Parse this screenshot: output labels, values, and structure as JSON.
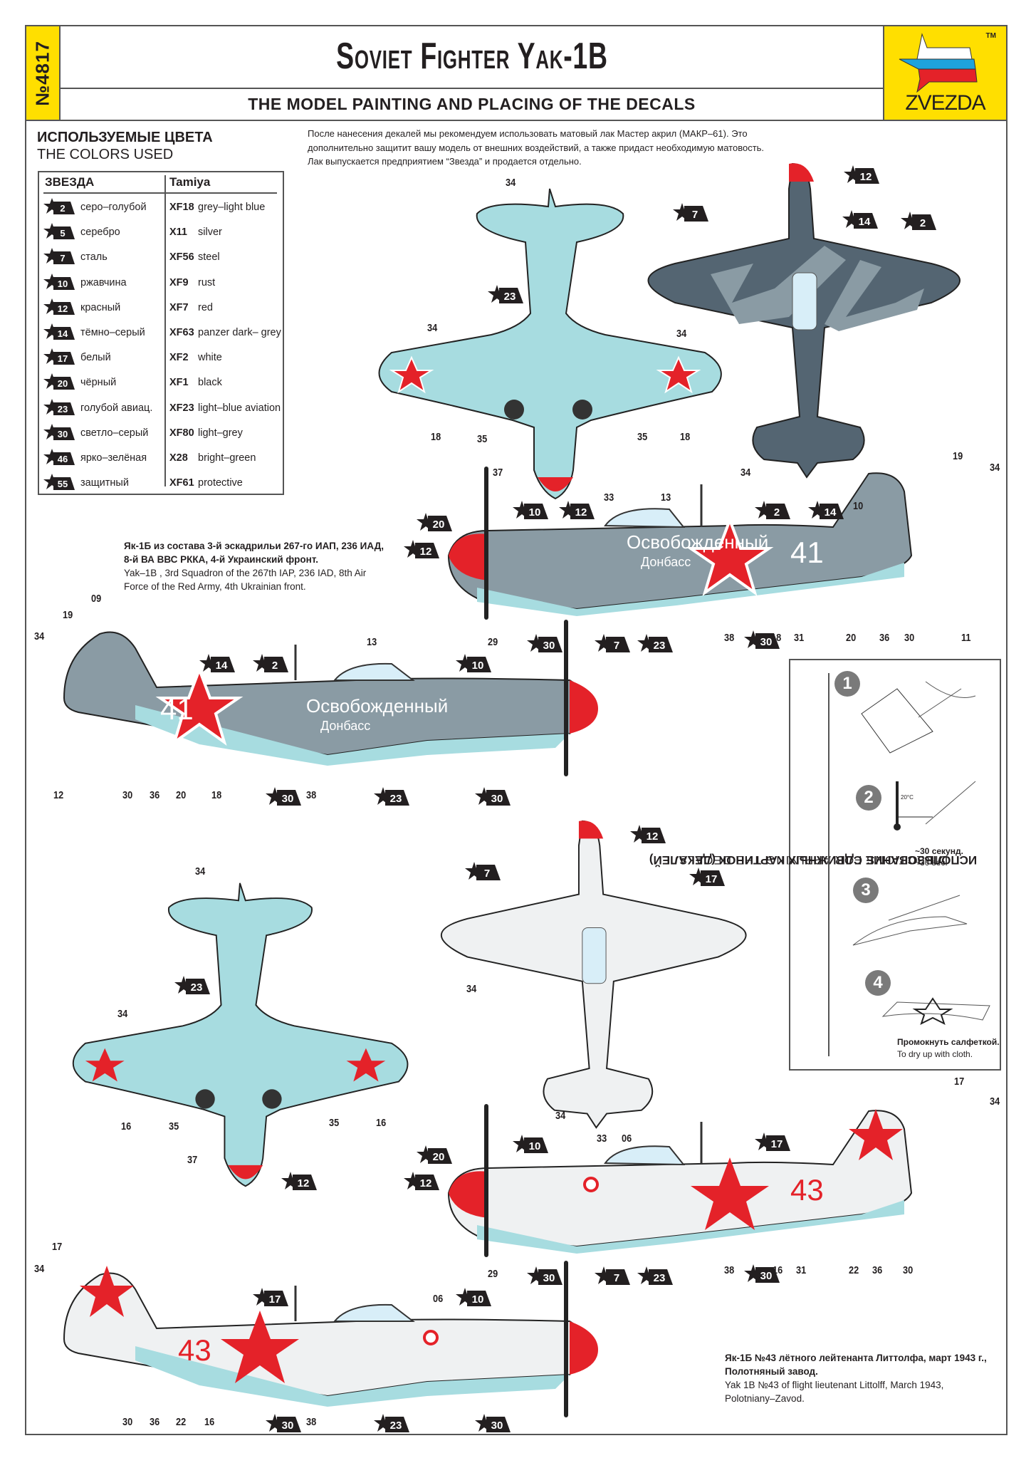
{
  "header": {
    "kit_number": "№4817",
    "title": "Soviet Fighter Yak-1B",
    "subtitle": "THE MODEL PAINTING AND PLACING OF THE DECALS",
    "brand": "ZVEZDA",
    "trademark": "TM",
    "accent_color": "#ffdf00"
  },
  "colors_section": {
    "title_ru": "ИСПОЛЬЗУЕМЫЕ ЦВЕТА",
    "title_en": "THE COLORS USED",
    "col_zvezda": "ЗВЕЗДА",
    "col_tamiya": "Tamiya",
    "rows": [
      {
        "num": "2",
        "ru": "серо–голубой",
        "code": "XF18",
        "en": "grey–light blue"
      },
      {
        "num": "5",
        "ru": "серебро",
        "code": "X11",
        "en": "silver"
      },
      {
        "num": "7",
        "ru": "сталь",
        "code": "XF56",
        "en": "steel"
      },
      {
        "num": "10",
        "ru": "ржавчина",
        "code": "XF9",
        "en": "rust"
      },
      {
        "num": "12",
        "ru": "красный",
        "code": "XF7",
        "en": "red"
      },
      {
        "num": "14",
        "ru": "тёмно–серый",
        "code": "XF63",
        "en": "panzer dark– grey"
      },
      {
        "num": "17",
        "ru": "белый",
        "code": "XF2",
        "en": "white"
      },
      {
        "num": "20",
        "ru": "чёрный",
        "code": "XF1",
        "en": "black"
      },
      {
        "num": "23",
        "ru": "голубой авиац.",
        "code": "XF23",
        "en": "light–blue aviation"
      },
      {
        "num": "30",
        "ru": "светло–серый",
        "code": "XF80",
        "en": "light–grey"
      },
      {
        "num": "46",
        "ru": "ярко–зелёная",
        "code": "X28",
        "en": "bright–green"
      },
      {
        "num": "55",
        "ru": "защитный",
        "code": "XF61",
        "en": "protective"
      }
    ]
  },
  "intro": {
    "lines": [
      "После нанесения декалей мы рекомендуем использовать матовый лак Мастер акрил (МАКР–61). Это",
      "дополнительно защитит вашу модель от внешних  воздействий, а также  придаст  необходимую матовость.",
      "Лак выпускается предприятием “Звезда” и продается отдельно."
    ]
  },
  "scheme_1": {
    "caption_ru_1": "Як-1Б из состава 3-й эскадрильи 267-го ИАП, 236 ИАД,",
    "caption_ru_2": "8-й ВА ВВС РККА, 4-й Украинский фронт.",
    "caption_en_1": "Yak–1B , 3rd Squadron of the 267th IAP, 236 IAD, 8th Air",
    "caption_en_2": "Force of the Red Army,   4th Ukrainian front.",
    "side_number": "41",
    "slogan_1": "Освобожденный",
    "slogan_2": "Донбасс",
    "underside_callouts": {
      "badges": [
        "23"
      ],
      "numbers": [
        "34",
        "34",
        "18",
        "35",
        "35",
        "18",
        "37"
      ]
    },
    "top_callouts": {
      "badges": [
        "12",
        "14",
        "7",
        "2"
      ],
      "numbers": [
        "34",
        "34"
      ]
    },
    "right_profile_callouts": {
      "badges": [
        "20",
        "12",
        "10",
        "2",
        "14",
        "12",
        "30",
        "7",
        "23",
        "30"
      ],
      "numbers": [
        "33",
        "13",
        "19",
        "10",
        "34",
        "29",
        "38",
        "18",
        "31",
        "20",
        "36",
        "30",
        "11"
      ]
    },
    "left_profile_callouts": {
      "badges": [
        "14",
        "2",
        "10",
        "30",
        "23",
        "30"
      ],
      "numbers": [
        "09",
        "19",
        "34",
        "13",
        "12",
        "30",
        "36",
        "20",
        "18",
        "38"
      ]
    }
  },
  "scheme_2": {
    "caption_ru_1": "Як-1Б №43 лётного лейтенанта Литтолфа, март 1943 г.,",
    "caption_ru_2": "Полотняный завод.",
    "caption_en_1": "Yak 1B №43 of flight lieutenant Littolff, March 1943,",
    "caption_en_2": "Polotniany–Zavod.",
    "side_number": "43",
    "underside_callouts": {
      "badges": [
        "23",
        "12"
      ],
      "numbers": [
        "34",
        "34",
        "16",
        "35",
        "35",
        "16",
        "37"
      ]
    },
    "top_callouts": {
      "badges": [
        "12",
        "7",
        "17"
      ],
      "numbers": [
        "34",
        "34"
      ]
    },
    "right_profile_callouts": {
      "badges": [
        "20",
        "12",
        "10",
        "17",
        "30",
        "7",
        "23",
        "30"
      ],
      "numbers": [
        "33",
        "06",
        "17",
        "34",
        "29",
        "38",
        "16",
        "31",
        "22",
        "36",
        "30"
      ]
    },
    "left_profile_callouts": {
      "badges": [
        "17",
        "10",
        "30",
        "23",
        "30"
      ],
      "numbers": [
        "17",
        "34",
        "06",
        "30",
        "36",
        "22",
        "16",
        "38"
      ]
    }
  },
  "directions": {
    "title_ru": "ИСПОЛЬЗОВАНИЕ СДВИЖНЫХ КАРТИНОК (ДЕКАЛЕЙ)",
    "title_en": "DIRECTIONS  FOR APPLYING THE DECALS",
    "steps": [
      "1",
      "2",
      "3",
      "4"
    ],
    "temp_label": "20°C",
    "soak_ru": "~30 секунд.",
    "soak_en": "~30 sec.",
    "dry_ru": "Промокнуть салфеткой.",
    "dry_en": "To dry up with cloth."
  }
}
